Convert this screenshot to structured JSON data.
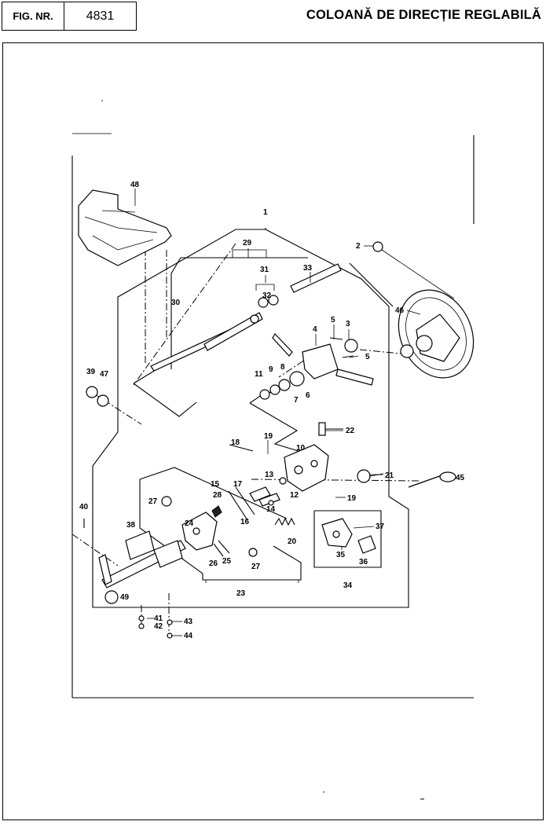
{
  "header": {
    "fig_label": "FIG. NR.",
    "fig_number": "4831",
    "title": "COLOANĂ DE DIRECȚIE REGLABILĂ"
  },
  "callouts": [
    {
      "id": "c48",
      "text": "48"
    },
    {
      "id": "c1",
      "text": "1"
    },
    {
      "id": "c2",
      "text": "2"
    },
    {
      "id": "c29",
      "text": "29"
    },
    {
      "id": "c31",
      "text": "31"
    },
    {
      "id": "c33",
      "text": "33"
    },
    {
      "id": "c32",
      "text": "32"
    },
    {
      "id": "c30",
      "text": "30"
    },
    {
      "id": "c46",
      "text": "46"
    },
    {
      "id": "c4",
      "text": "4"
    },
    {
      "id": "c5a",
      "text": "5"
    },
    {
      "id": "c3",
      "text": "3"
    },
    {
      "id": "c5b",
      "text": "5"
    },
    {
      "id": "c11",
      "text": "11"
    },
    {
      "id": "c9",
      "text": "9"
    },
    {
      "id": "c8",
      "text": "8"
    },
    {
      "id": "c6",
      "text": "6"
    },
    {
      "id": "c7",
      "text": "7"
    },
    {
      "id": "c39",
      "text": "39"
    },
    {
      "id": "c47",
      "text": "47"
    },
    {
      "id": "c22",
      "text": "22"
    },
    {
      "id": "c19a",
      "text": "19"
    },
    {
      "id": "c18",
      "text": "18"
    },
    {
      "id": "c10",
      "text": "10"
    },
    {
      "id": "c21",
      "text": "21"
    },
    {
      "id": "c45",
      "text": "45"
    },
    {
      "id": "c13",
      "text": "13"
    },
    {
      "id": "c12",
      "text": "12"
    },
    {
      "id": "c19b",
      "text": "19"
    },
    {
      "id": "c15",
      "text": "15"
    },
    {
      "id": "c17",
      "text": "17"
    },
    {
      "id": "c27a",
      "text": "27"
    },
    {
      "id": "c28",
      "text": "28"
    },
    {
      "id": "c14",
      "text": "14"
    },
    {
      "id": "c16",
      "text": "16"
    },
    {
      "id": "c40",
      "text": "40"
    },
    {
      "id": "c24",
      "text": "24"
    },
    {
      "id": "c38",
      "text": "38"
    },
    {
      "id": "c20",
      "text": "20"
    },
    {
      "id": "c37",
      "text": "37"
    },
    {
      "id": "c26",
      "text": "26"
    },
    {
      "id": "c25",
      "text": "25"
    },
    {
      "id": "c27b",
      "text": "27"
    },
    {
      "id": "c35",
      "text": "35"
    },
    {
      "id": "c36",
      "text": "36"
    },
    {
      "id": "c23",
      "text": "23"
    },
    {
      "id": "c34",
      "text": "34"
    },
    {
      "id": "c49",
      "text": "49"
    },
    {
      "id": "c41",
      "text": "41"
    },
    {
      "id": "c42",
      "text": "42"
    },
    {
      "id": "c43",
      "text": "43"
    },
    {
      "id": "c44",
      "text": "44"
    }
  ]
}
